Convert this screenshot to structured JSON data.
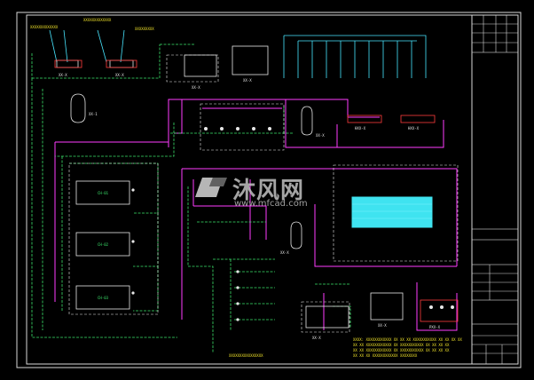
{
  "drawing": {
    "labels": {
      "top_left_note_1": "XXXXXXXXXXXXX",
      "top_left_note_2": "XXXXXXXXXXXXX",
      "top_left_note_3": "XXXXXXXXX",
      "top_left_unit_1": "XX-X",
      "top_left_unit_2": "XX-X",
      "pump_left": "XX-1",
      "tank_mid": "XX-X",
      "unit_top_center": "XX-X",
      "top_right_group_1": "HXX-X",
      "top_right_group_2": "HXX-X",
      "mid_center_tank": "XX-X",
      "chiller_1": "CH-01",
      "chiller_2": "CH-02",
      "chiller_3": "CH-03",
      "bottom_center_tank": "XX-X",
      "bottom_right_unit_1": "XX-X",
      "bottom_right_unit_2": "XX-X",
      "bottom_right_unit_3": "PXX-X",
      "bottom_caption": "XXXXXXXXXXXXXXXX",
      "notes_line_1": "XXXX: XXXXXXXXXXXX XX XX XX XXXXXXXXXXX XX XX XX XX",
      "notes_line_2": "XX XX XXXXXXXXXXXX XX XXXXXXXXXXX XX XX XX XX",
      "notes_line_3": "XX XX XXXXXXXXXXXX XX XXXXXXXXXXX XX XX XX XX",
      "notes_line_4": "XX XX XX XXXXXXXXXXXX XXXXXXXX"
    },
    "watermark": {
      "text": "沐风网",
      "url": "www.mfcad.com"
    }
  },
  "colors": {
    "pipe_magenta": "#ff3cff",
    "pipe_green": "#3be36b",
    "pipe_cyan": "#48e6ff",
    "equipment_white": "#e8e8e8",
    "frame_white": "#d9d9d9",
    "label_yellow": "#f5e72a",
    "tank_red": "#ff3b3b"
  }
}
